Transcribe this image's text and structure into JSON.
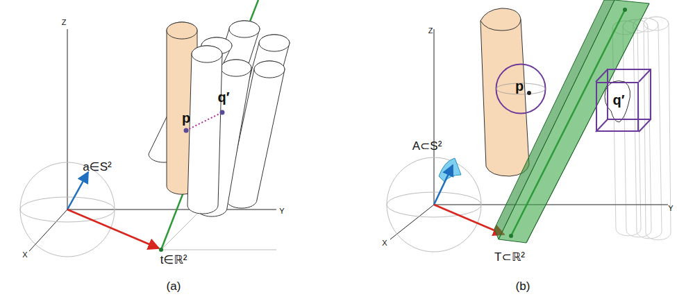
{
  "diagram": {
    "nodes": [
      {
        "text": [
          "p"
        ]
      },
      {
        "text": [
          "q′"
        ]
      }
    ],
    "labels": [
      "Z",
      "Y",
      "X",
      "a∈S²",
      "t∈ℝ²",
      "p",
      "q′",
      "(a)",
      "Z",
      "Y",
      "X",
      "A⊂S²",
      "T⊂ℝ²",
      "(b)"
    ]
  }
}
